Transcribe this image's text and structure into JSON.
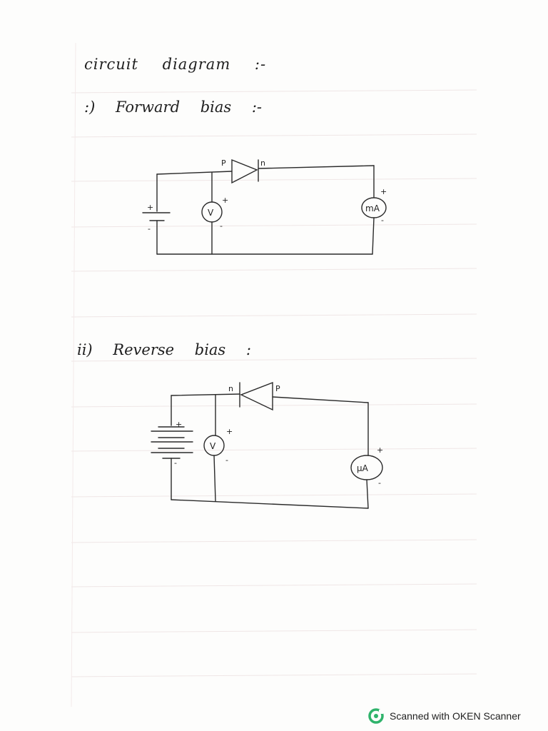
{
  "heading": "circuit diagram :-",
  "forward": {
    "title": ":) Forward bias :-",
    "p_label": "P",
    "n_label": "n",
    "voltmeter_label": "V",
    "ammeter_label": "mA",
    "battery_plus": "+",
    "battery_minus": "-",
    "voltmeter_plus": "+",
    "voltmeter_minus": "-",
    "ammeter_plus": "+",
    "ammeter_minus": "-"
  },
  "reverse": {
    "title": "ii) Reverse bias :",
    "n_label": "n",
    "p_label": "P",
    "voltmeter_label": "V",
    "ammeter_label": "μA",
    "battery_plus": "+",
    "battery_minus": "-",
    "voltmeter_plus": "+",
    "voltmeter_minus": "-",
    "ammeter_plus": "+",
    "ammeter_minus": "-"
  },
  "footer": {
    "scanner_text": "Scanned with OKEN Scanner",
    "icon": "oken-scanner-logo-icon",
    "brand_color": "#2fb36b"
  }
}
